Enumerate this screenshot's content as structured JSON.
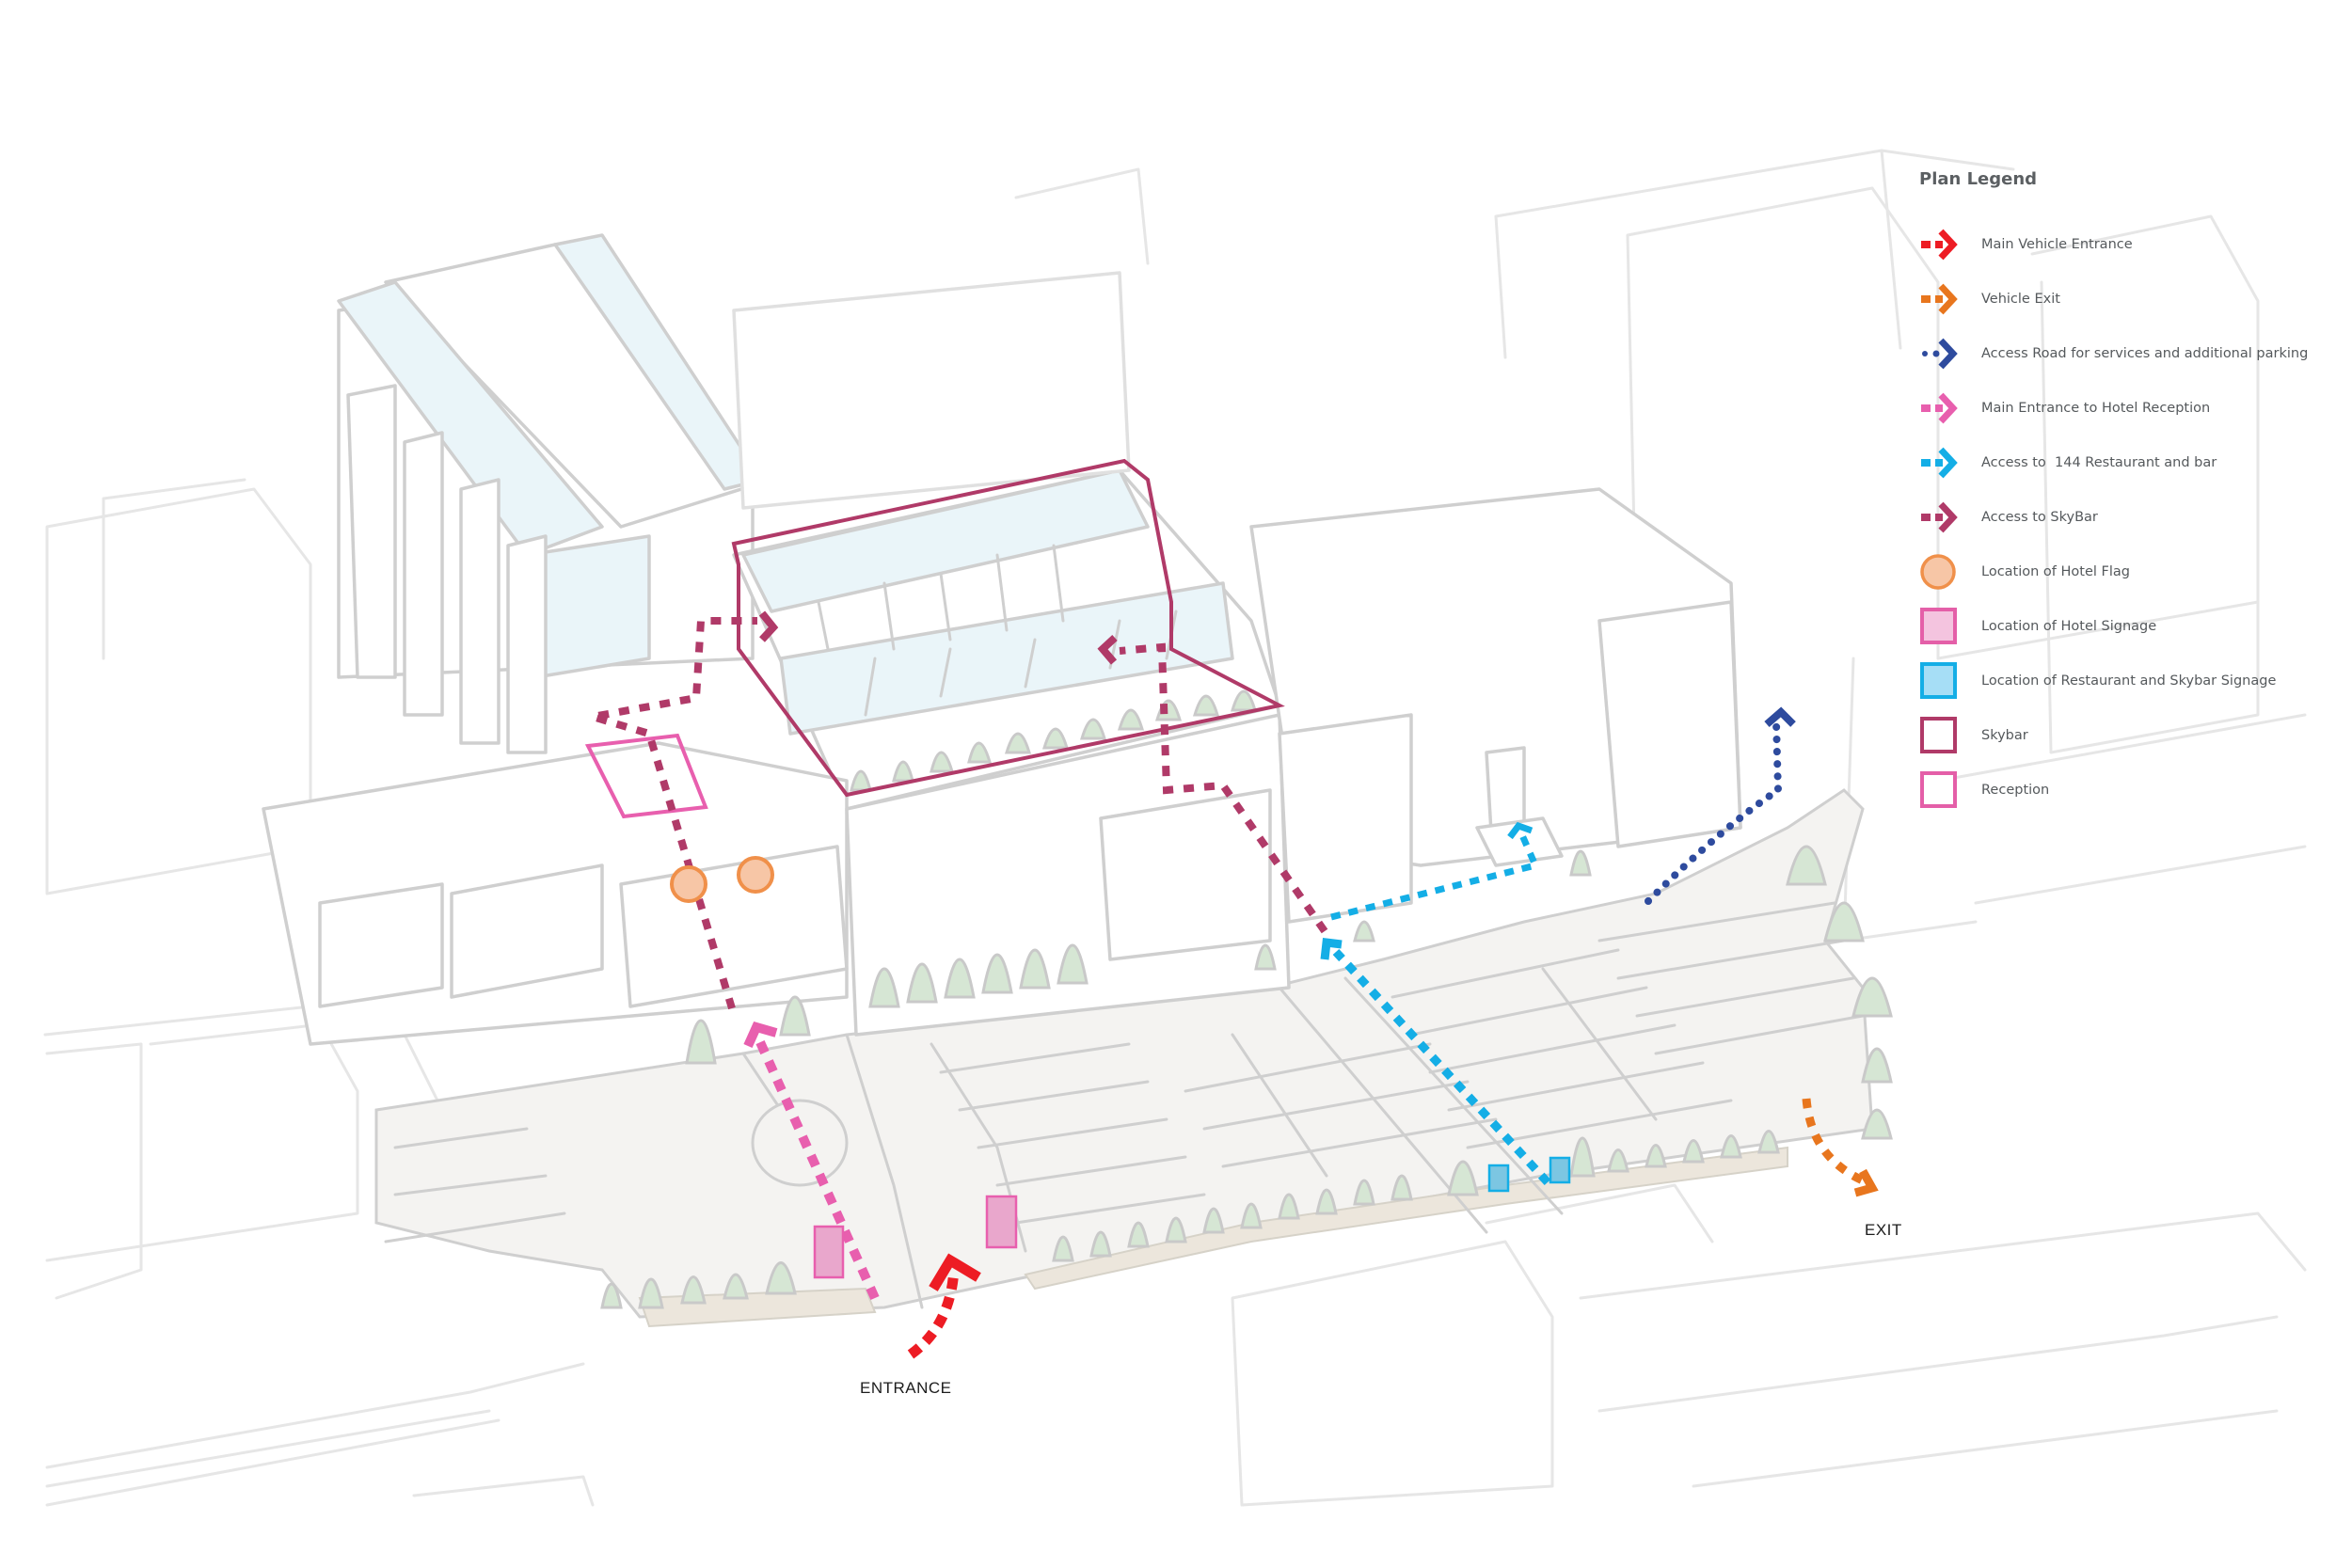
{
  "legend": {
    "title": "Plan Legend",
    "items": [
      {
        "label": "Main Vehicle Entrance",
        "icon": "dashed-arrow-icon",
        "color": "#ed1c24"
      },
      {
        "label": "Vehicle Exit",
        "icon": "dashed-arrow-icon",
        "color": "#e8761e"
      },
      {
        "label": "Access Road for services and additional parking",
        "icon": "dotted-arrow-icon",
        "color": "#2e4b9e"
      },
      {
        "label": "Main Entrance to Hotel Reception",
        "icon": "dashed-arrow-icon",
        "color": "#e85fae"
      },
      {
        "label": "Access to  144 Restaurant and bar",
        "icon": "dashed-arrow-icon",
        "color": "#14aee6"
      },
      {
        "label": "Access to SkyBar",
        "icon": "dashed-arrow-icon",
        "color": "#b03a68"
      },
      {
        "label": "Location of Hotel Flag",
        "icon": "circle-icon",
        "color": "#f0904a",
        "fill": "#f7c6a6"
      },
      {
        "label": "Location of Hotel Signage",
        "icon": "square-icon",
        "color": "#e45fa8",
        "fill": "#f4c4df"
      },
      {
        "label": "Location of Restaurant and Skybar Signage",
        "icon": "square-icon",
        "color": "#14aee6",
        "fill": "#a6def6"
      },
      {
        "label": "Skybar",
        "icon": "outline-square-icon",
        "color": "#b03a68",
        "fill": "#ffffff"
      },
      {
        "label": "Reception",
        "icon": "outline-square-icon",
        "color": "#e45fa8",
        "fill": "#ffffff"
      }
    ]
  },
  "map": {
    "entrance_label": "ENTRANCE",
    "exit_label": "EXIT",
    "colors": {
      "entrance": "#ed1c24",
      "exit": "#e8761e",
      "service": "#2e4b9e",
      "reception_path": "#e85fae",
      "restaurant": "#14aee6",
      "skybar": "#b03a68",
      "flag": "#f0904a",
      "flag_fill": "#f7c6a6",
      "hotel_sign_fill": "#e9a7cc",
      "rest_sign_fill": "#7cc6e2",
      "glass": "#eaf5f9",
      "tree": "#d6e6d4",
      "building_line": "#cfcfcf"
    }
  }
}
